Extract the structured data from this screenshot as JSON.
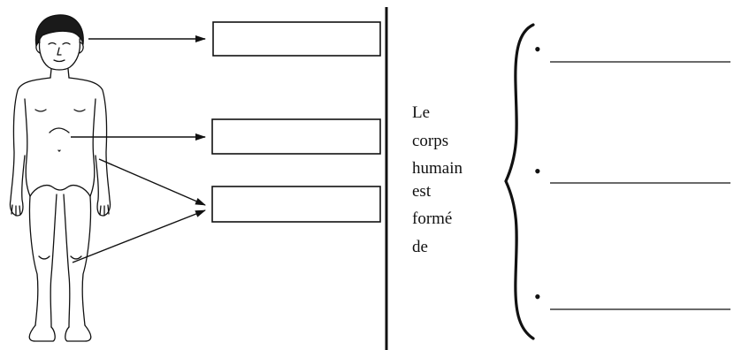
{
  "exercise": {
    "stem_lines": [
      "Le",
      "corps",
      "humain",
      "est",
      "formé",
      "de"
    ],
    "label_box_count": 3,
    "answer_line_bullet": "•",
    "answer_line_count": 3
  }
}
